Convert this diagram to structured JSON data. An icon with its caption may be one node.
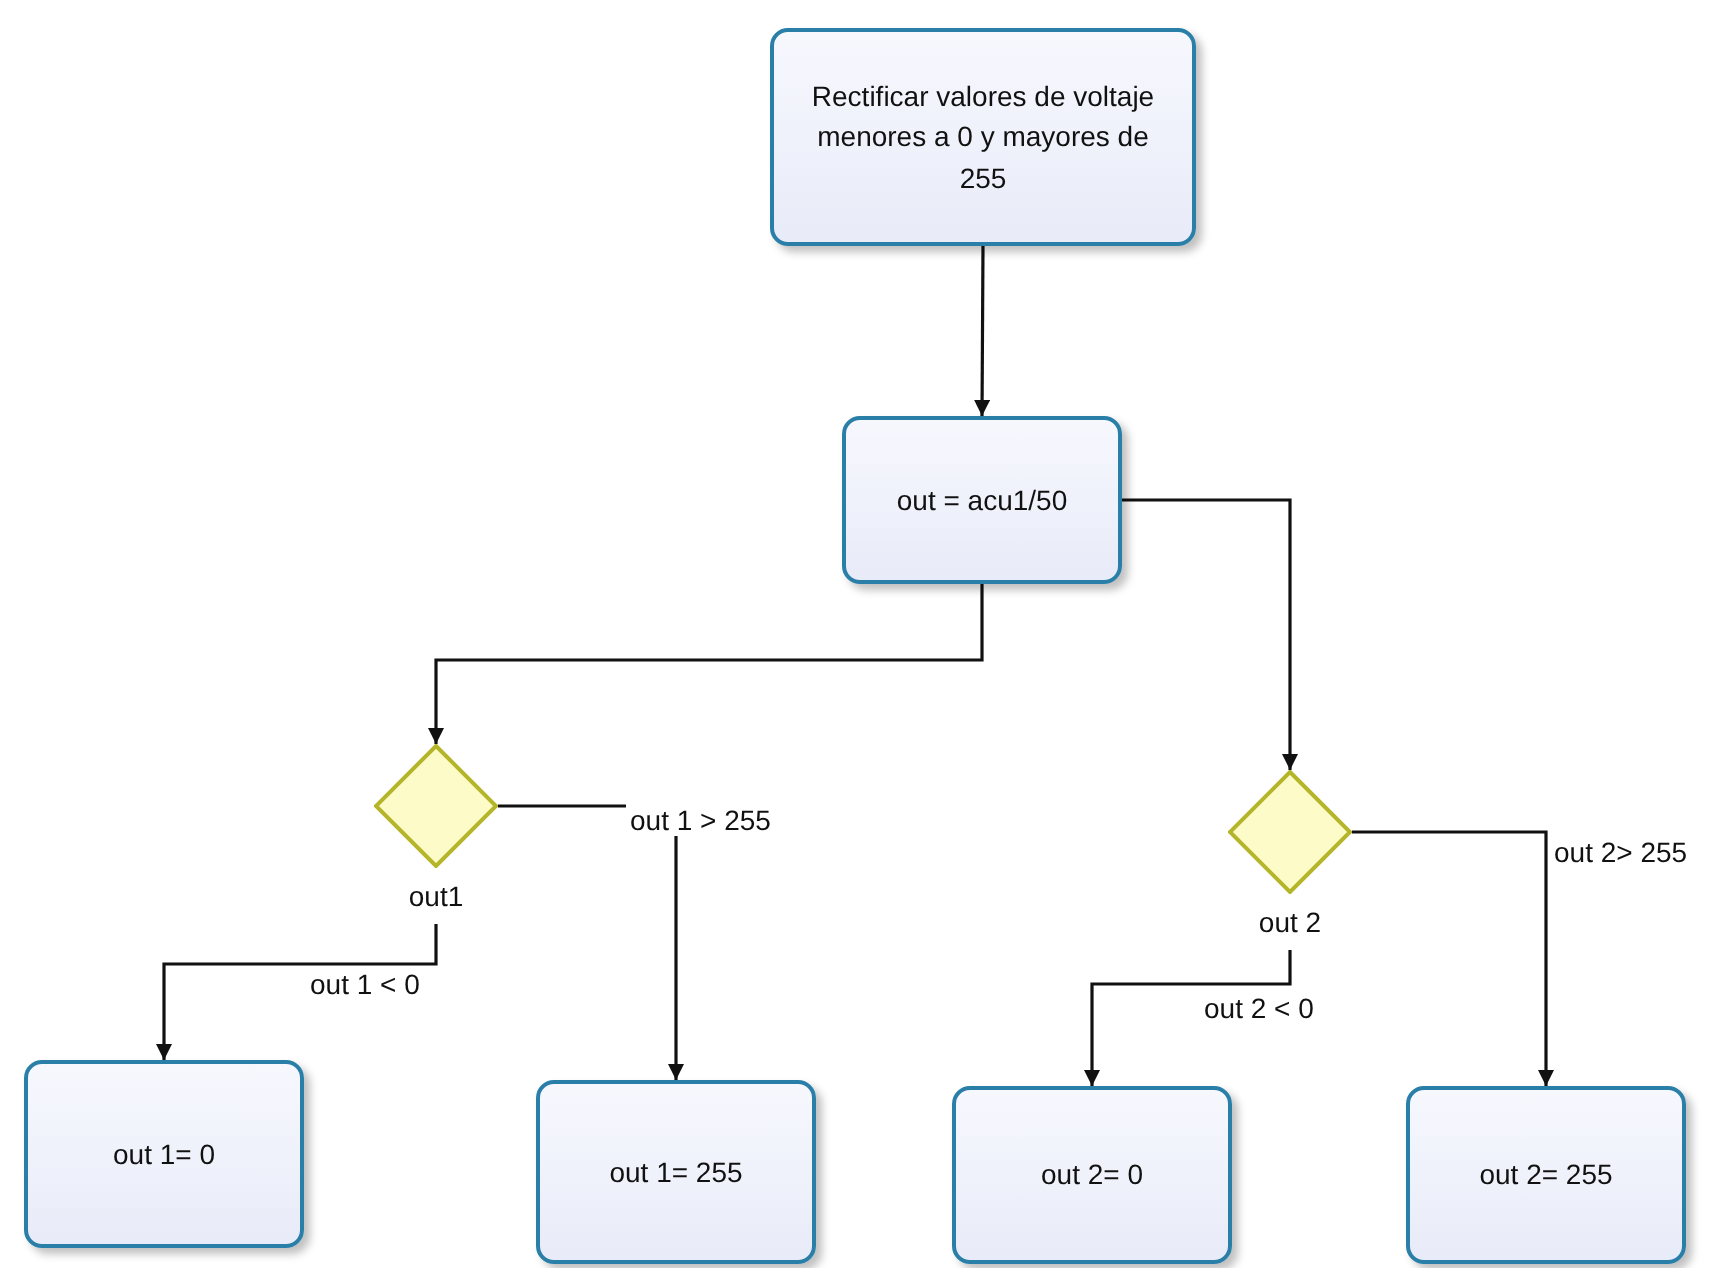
{
  "diagram": {
    "nodes": [
      {
        "text": [
          "Rectificar valores de voltaje menores a 0 y mayores de 255"
        ]
      },
      {
        "text": [
          "out = acu1/50"
        ]
      },
      {
        "text": [],
        "shape": "diamond",
        "beside": [
          "out1"
        ]
      },
      {
        "text": [],
        "shape": "diamond",
        "beside": [
          "out 2"
        ]
      },
      {
        "text": [
          "out 1= 0"
        ]
      },
      {
        "text": [
          "out 1= 255"
        ]
      },
      {
        "text": [
          "out 2= 0"
        ]
      },
      {
        "text": [
          "out 2= 255"
        ]
      }
    ],
    "edges": [
      {
        "from": 0,
        "to": 1,
        "arrow": "to"
      },
      {
        "from": 1,
        "to": 2,
        "arrow": "to"
      },
      {
        "from": 1,
        "to": 3,
        "arrow": "to"
      },
      {
        "from": 2,
        "to": 4,
        "arrow": "to",
        "label": "out 1 < 0"
      },
      {
        "from": 2,
        "to": 5,
        "arrow": "to",
        "label": "out 1 > 255"
      },
      {
        "from": 3,
        "to": 6,
        "arrow": "to",
        "label": "out 2 < 0"
      },
      {
        "from": 3,
        "to": 7,
        "arrow": "to",
        "label": "out 2> 255"
      }
    ]
  }
}
